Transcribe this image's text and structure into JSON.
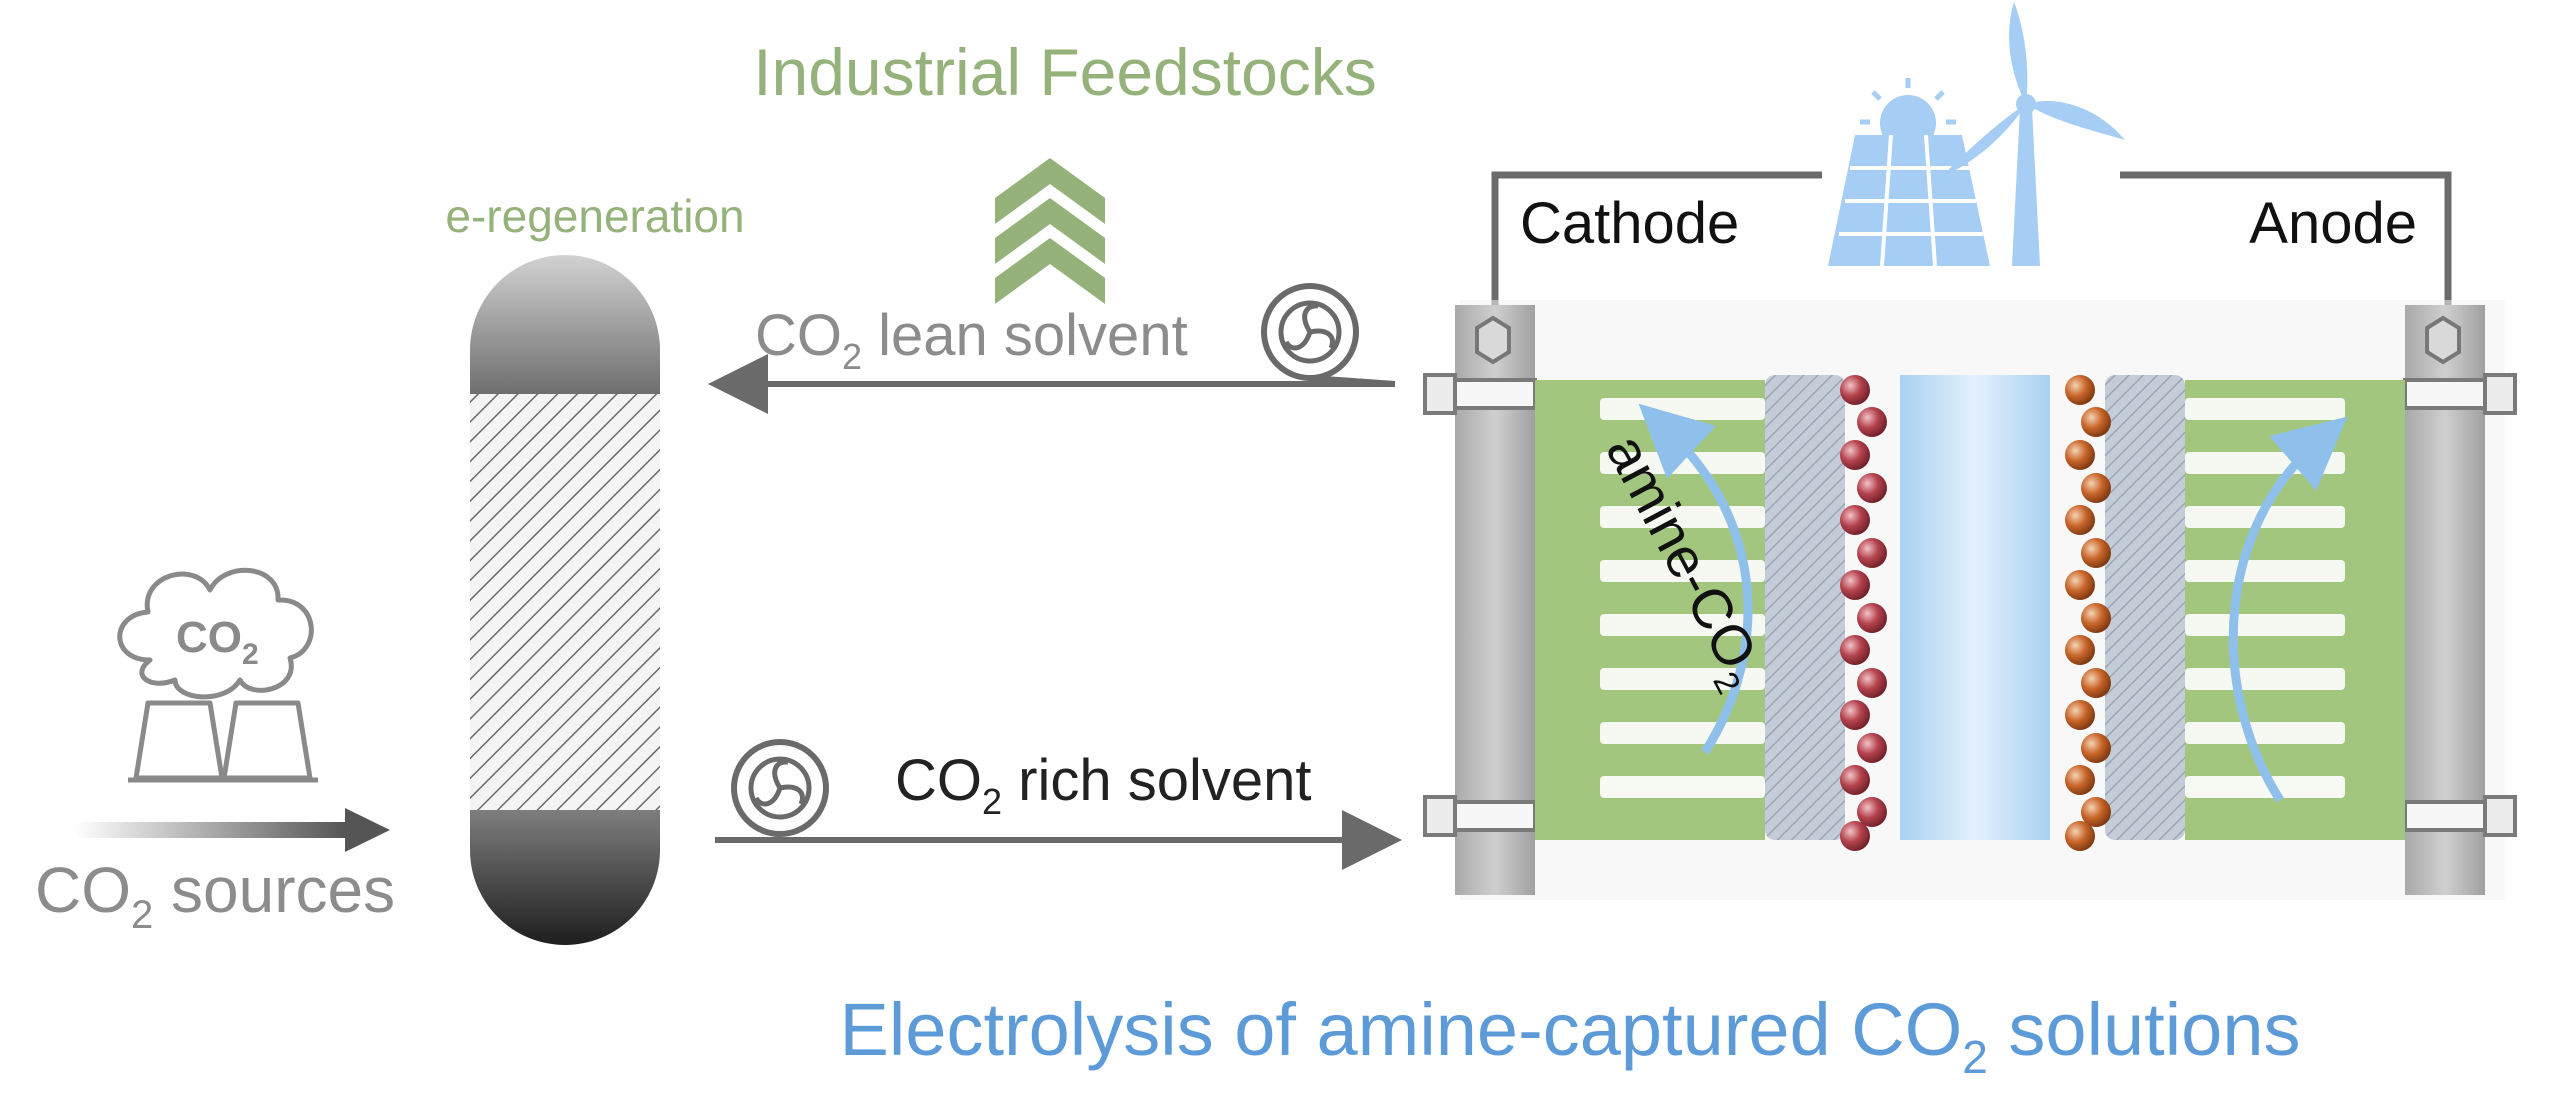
{
  "labels": {
    "industrial_feedstocks": "Industrial Feedstocks",
    "e_regeneration": "e-regeneration",
    "co2_lean_solvent_pre": "CO",
    "co2_lean_solvent_sub": "2",
    "co2_lean_solvent_post": " lean solvent",
    "co2_rich_solvent_pre": "CO",
    "co2_rich_solvent_sub": "2",
    "co2_rich_solvent_post": " rich solvent",
    "co2_sources_pre": "CO",
    "co2_sources_sub": "2",
    "co2_sources_post": " sources",
    "factory_cloud_pre": "CO",
    "factory_cloud_sub": "2",
    "cathode": "Cathode",
    "anode": "Anode",
    "amine_co2_pre": "amine-CO",
    "amine_co2_sub": "2",
    "title_pre": "Electrolysis of amine-captured CO",
    "title_sub": "2",
    "title_post": " solutions"
  },
  "colors": {
    "feedstock_green": "#94b27a",
    "text_grey": "#8c8c8c",
    "title_blue": "#5d9bd8",
    "electrolyte_green": "#a3c67f",
    "membrane_blue": "#bcdcf5",
    "cathode_particle": "#b5434e",
    "anode_particle": "#c9662a",
    "wire_grey": "#6b6b6b"
  },
  "icons": [
    "factory-icon",
    "pump-icon",
    "solar-panel-icon",
    "wind-turbine-icon",
    "upward-chevrons-icon"
  ]
}
